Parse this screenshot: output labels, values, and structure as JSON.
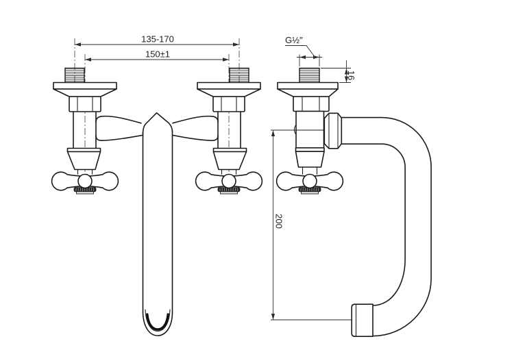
{
  "drawing": {
    "background_color": "#ffffff",
    "line_color": "#1a1a1a",
    "dimension_color": "#2e2e2e",
    "front_view": {
      "dimensions": {
        "centers_range": "135-170",
        "centers_nominal": "150±1"
      }
    },
    "side_view": {
      "dimensions": {
        "thread_size": "G½″",
        "thread_length": "16",
        "spout_drop": "200"
      }
    }
  }
}
